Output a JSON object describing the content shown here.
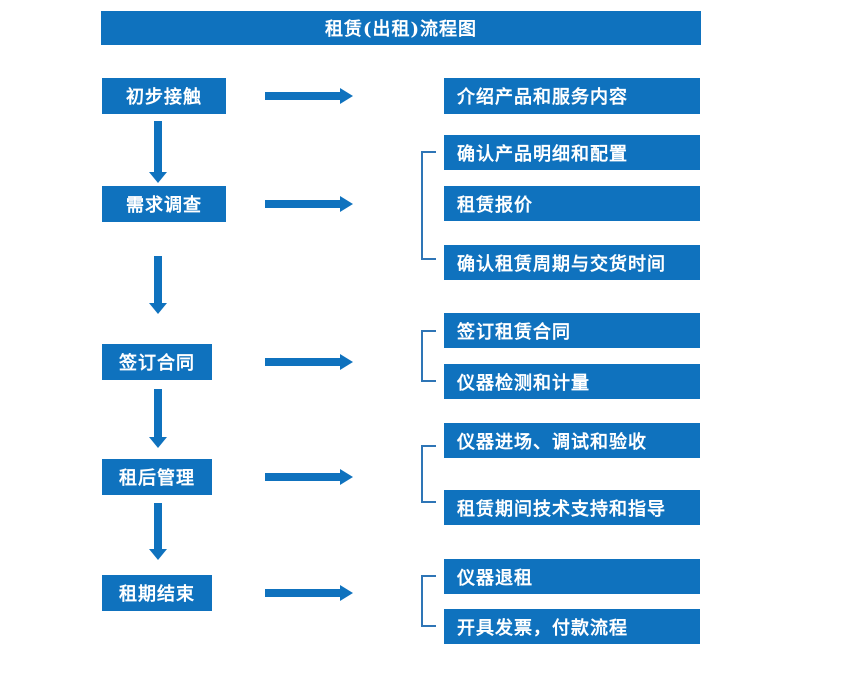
{
  "title": "租赁(出租)流程图",
  "colors": {
    "primary_blue": "#0F72BE",
    "bracket_blue": "#2E75B6",
    "text_on_blue": "#FFFFFF",
    "background": "#FFFFFF"
  },
  "flow": {
    "steps": [
      {
        "label": "初步接触",
        "details": [
          "介绍产品和服务内容"
        ]
      },
      {
        "label": "需求调查",
        "details": [
          "确认产品明细和配置",
          "租赁报价",
          "确认租赁周期与交货时间"
        ]
      },
      {
        "label": "签订合同",
        "details": [
          "签订租赁合同",
          "仪器检测和计量"
        ]
      },
      {
        "label": "租后管理",
        "details": [
          "仪器进场、调试和验收",
          "租赁期间技术支持和指导"
        ]
      },
      {
        "label": "租期结束",
        "details": [
          "仪器退租",
          "开具发票，付款流程"
        ]
      }
    ]
  }
}
